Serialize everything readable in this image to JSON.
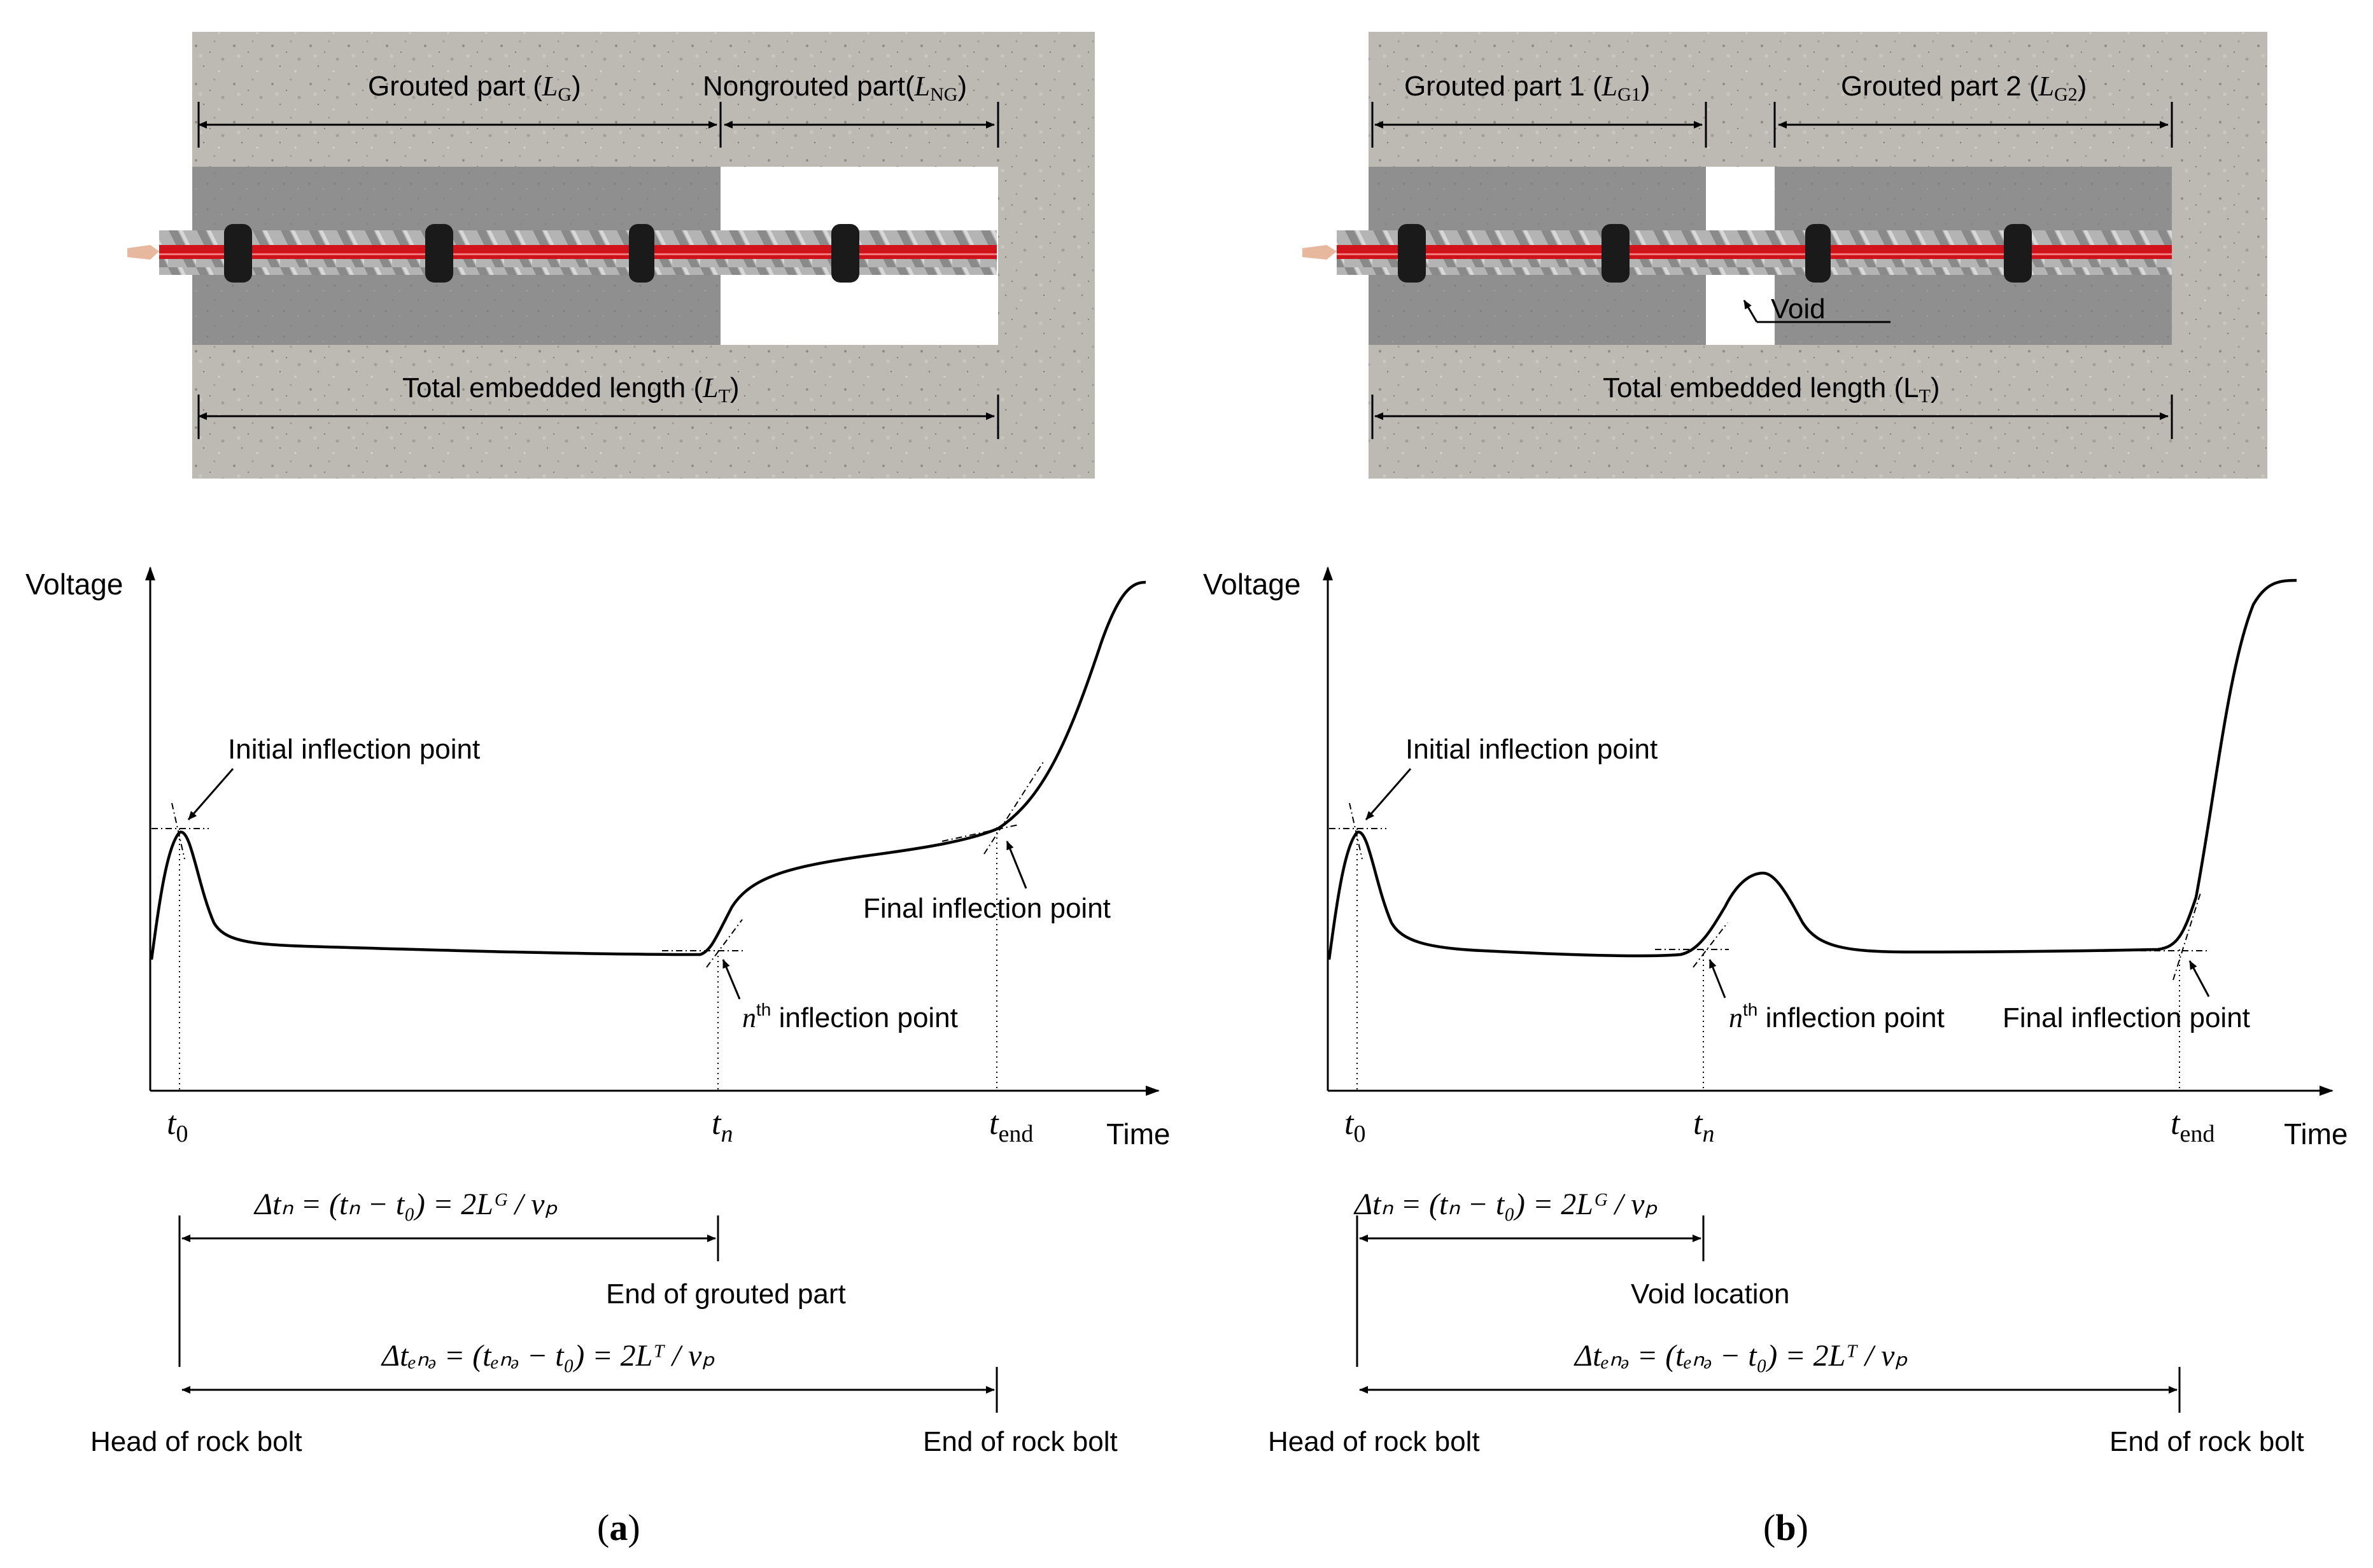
{
  "panels": [
    {
      "id": "a",
      "label": "(a)",
      "diagram": {
        "grouted_label": "Grouted part (",
        "grouted_sym": "L",
        "grouted_sub": "G",
        "nongrouted_label": "Nongrouted part(",
        "nongrouted_sym": "L",
        "nongrouted_sub": "NG",
        "total_label": "Total embedded length (",
        "total_sym": "L",
        "total_sub": "T"
      },
      "chart": {
        "ylabel": "Voltage",
        "xlabel": "Time",
        "initial_point": "Initial inflection point",
        "nth_point_sup": "n",
        "nth_point_th": "th",
        "nth_point_rest": " inflection point",
        "final_point": "Final inflection point",
        "ticks": {
          "t0": "t",
          "t0_sub": "0",
          "tn": "t",
          "tn_sub": "n",
          "tend": "t",
          "tend_sub": "end"
        }
      },
      "formulas": {
        "delta_n": "Δtₙ = (tₙ − t₀) = 2Lᴳ / vₚ",
        "delta_end": "Δtₑₙₔ = (tₑₙₔ − t₀) = 2Lᵀ / vₚ",
        "mid_caption": "End of grouted part",
        "head_caption": "Head of rock bolt",
        "end_caption": "End of rock bolt"
      }
    },
    {
      "id": "b",
      "label": "(b)",
      "diagram": {
        "grouted1_label": "Grouted part 1 (",
        "grouted1_sym": "L",
        "grouted1_sub": "G1",
        "grouted2_label": "Grouted part 2 (",
        "grouted2_sym": "L",
        "grouted2_sub": "G2",
        "void_label": "Void",
        "total_label": "Total embedded length (L",
        "total_sub": "T"
      },
      "chart": {
        "ylabel": "Voltage",
        "xlabel": "Time",
        "initial_point": "Initial inflection point",
        "nth_point_sup": "n",
        "nth_point_th": "th",
        "nth_point_rest": " inflection point",
        "final_point": "Final inflection point",
        "ticks": {
          "t0": "t",
          "t0_sub": "0",
          "tn": "t",
          "tn_sub": "n",
          "tend": "t",
          "tend_sub": "end"
        }
      },
      "formulas": {
        "delta_n": "Δtₙ = (tₙ − t₀) = 2Lᴳ / vₚ",
        "delta_end": "Δtₑₙₔ = (tₑₙₔ − t₀) = 2Lᵀ / vₚ",
        "mid_caption": "Void location",
        "head_caption": "Head of rock bolt",
        "end_caption": "End of rock bolt"
      }
    }
  ],
  "colors": {
    "concrete": "#b9b6b0",
    "grout": "#8f8f8f",
    "bolt_red": "#d0121b",
    "bolt_steel": "#a7a7a7",
    "clip_black": "#1a1a1a"
  }
}
